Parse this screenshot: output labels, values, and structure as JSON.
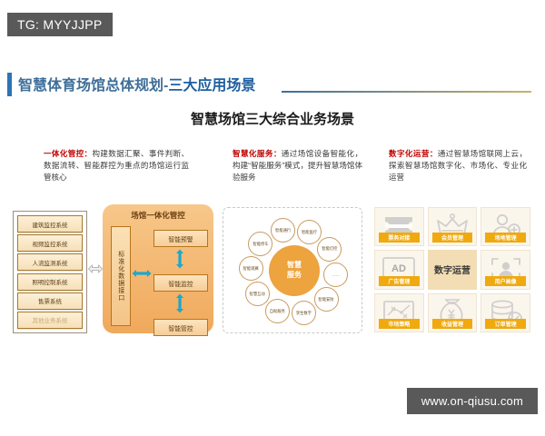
{
  "badge": {
    "text": "TG: MYYJJPP"
  },
  "header": {
    "title_main": "智慧体育场馆总体规划-",
    "title_accent": "三大应用场景",
    "subtitle": "智慧场馆三大综合业务场景"
  },
  "descriptions": [
    {
      "lead": "一体化管控：",
      "body": "构建数据汇聚、事件判断、数据流转、智能群控为重点的场馆运行监管核心"
    },
    {
      "lead": "智慧化服务：",
      "body": "通过场馆设备智能化，构建“智能服务”模式，提升智慧场馆体验服务"
    },
    {
      "lead": "数字化运营：",
      "body": "通过智慧场馆联网上云，探索智慧场馆数字化、市场化、专业化运营"
    }
  ],
  "scene_control": {
    "stack_items": [
      "建筑监控系统",
      "视频监控系统",
      "人流监测系统",
      "照明控制系统",
      "售票系统",
      "其他业务系统"
    ],
    "panel_title": "场馆一体化管控",
    "interface_label": "标准化数据接口",
    "boxes": [
      "智能预警",
      "智能监控",
      "智能管控"
    ]
  },
  "scene_service": {
    "core_line1": "智慧",
    "core_line2": "服务",
    "nodes": [
      "智能通行",
      "智能医疗",
      "智能灯控",
      "……",
      "智能安防",
      "孪生数字",
      "自助服务",
      "智慧互动",
      "智能观赛",
      "智能停车"
    ]
  },
  "scene_operation": {
    "center_label": "数字运营",
    "cells": [
      {
        "label": "票务对接",
        "icon": "ticket-icon"
      },
      {
        "label": "会员管理",
        "icon": "crown-icon"
      },
      {
        "label": "场地管理",
        "icon": "user-add-icon"
      },
      {
        "label": "广告管理",
        "icon": "ad-monitor-icon"
      },
      {
        "label": "数字运营",
        "icon": "center-text"
      },
      {
        "label": "用户画像",
        "icon": "portrait-scan-icon"
      },
      {
        "label": "市场策略",
        "icon": "strategy-board-icon"
      },
      {
        "label": "收益管理",
        "icon": "money-bag-icon"
      },
      {
        "label": "订单管理",
        "icon": "database-check-icon"
      }
    ]
  },
  "watermark": {
    "text": "www.on-qiusu.com"
  },
  "colors": {
    "badge_bg": "#595959",
    "header_blue": "#3f6f9a",
    "accent_blue": "#1f5fa0",
    "lead_red": "#c00000",
    "orange": "#f0a95c",
    "grid_label": "#f0a90e"
  }
}
